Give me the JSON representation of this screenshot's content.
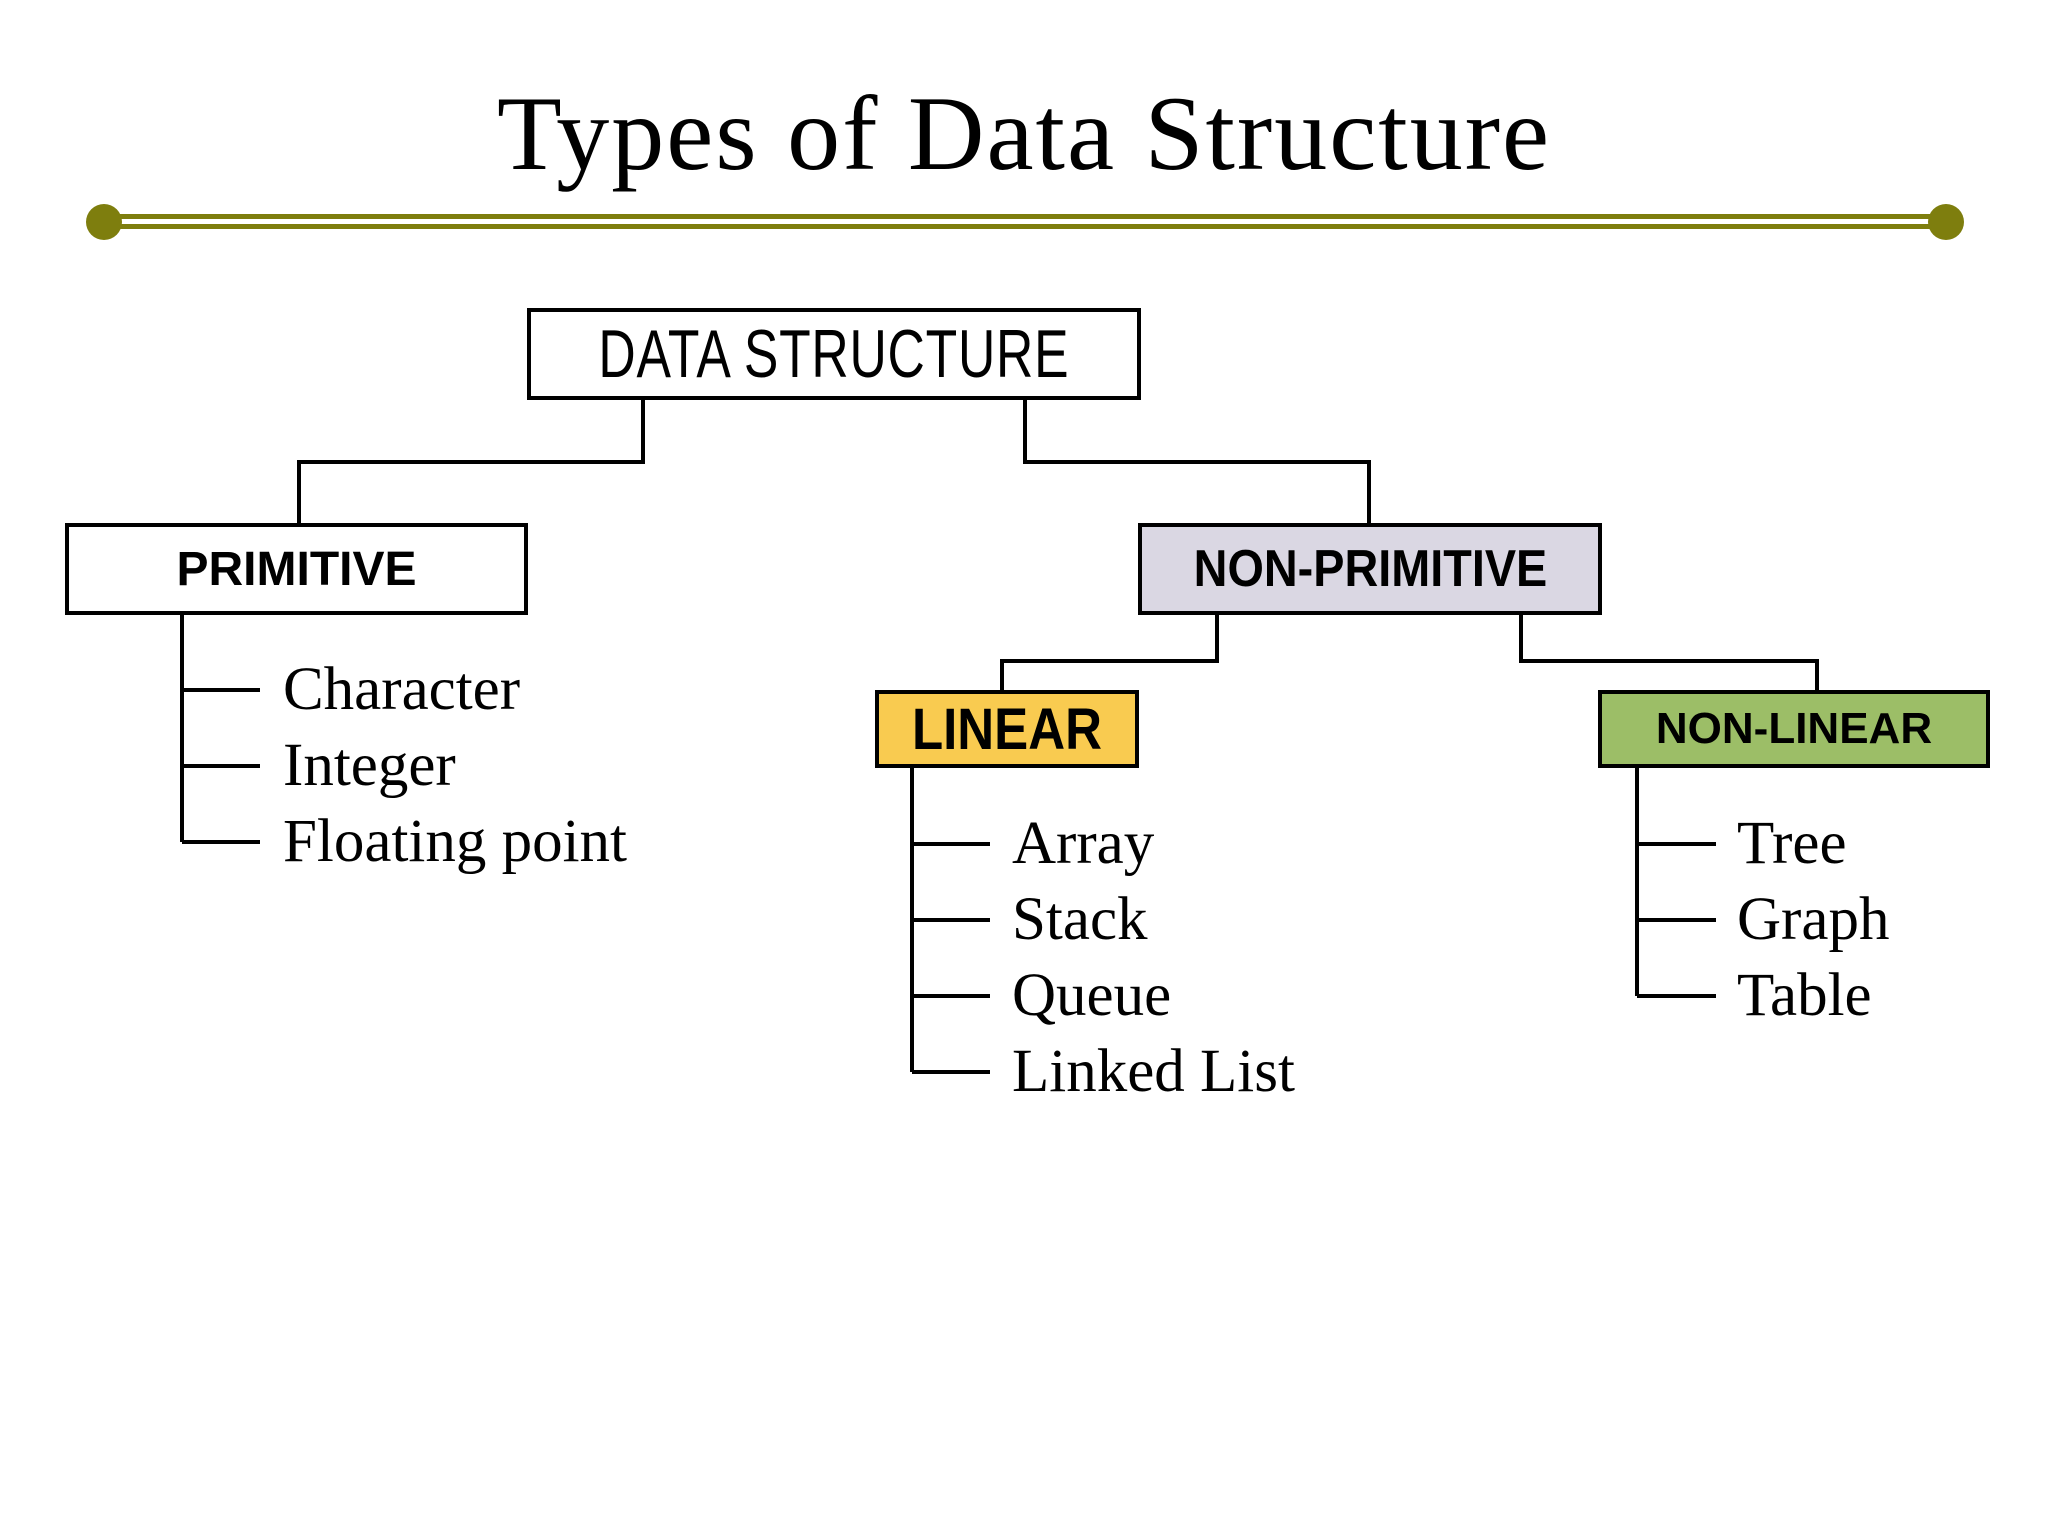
{
  "title": "Types of Data Structure",
  "colors": {
    "divider": "#7E7E0E",
    "line": "#000000",
    "data_structure_fill": "#FFFFFF",
    "primitive_fill": "#FFFFFF",
    "non_primitive_fill": "#DAD7E3",
    "linear_fill": "#F9CB50",
    "non_linear_fill": "#9CBE67"
  },
  "tree": {
    "root": {
      "label": "DATA STRUCTURE"
    },
    "primitive": {
      "label": "PRIMITIVE",
      "items": [
        "Character",
        "Integer",
        "Floating point"
      ]
    },
    "non_primitive": {
      "label": "NON-PRIMITIVE"
    },
    "linear": {
      "label": "LINEAR",
      "items": [
        "Array",
        "Stack",
        "Queue",
        "Linked List"
      ]
    },
    "non_linear": {
      "label": "NON-LINEAR",
      "items": [
        "Tree",
        "Graph",
        "Table"
      ]
    }
  }
}
